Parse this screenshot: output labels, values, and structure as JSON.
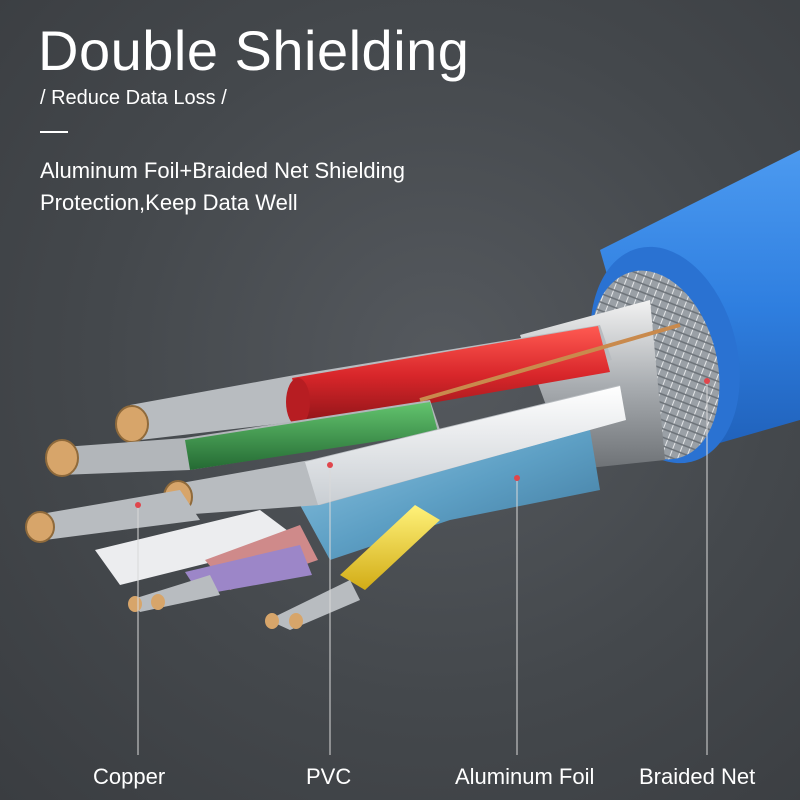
{
  "header": {
    "title": "Double Shielding",
    "subtitle": "/ Reduce Data Loss /",
    "description": [
      "Aluminum Foil+Braided Net Shielding",
      "Protection,Keep Data Well"
    ]
  },
  "labels": {
    "copper": "Copper",
    "pvc": "PVC",
    "aluminum_foil": "Aluminum Foil",
    "braided_net": "Braided Net"
  },
  "colors": {
    "background": "#45494d",
    "jacket_blue": "#2f7fe0",
    "wire_red": "#d8262a",
    "wire_green": "#3c9a4a",
    "wire_yellow": "#f2d233",
    "foil_blue": "#5d9fc4",
    "marker_red": "#e0464c"
  }
}
